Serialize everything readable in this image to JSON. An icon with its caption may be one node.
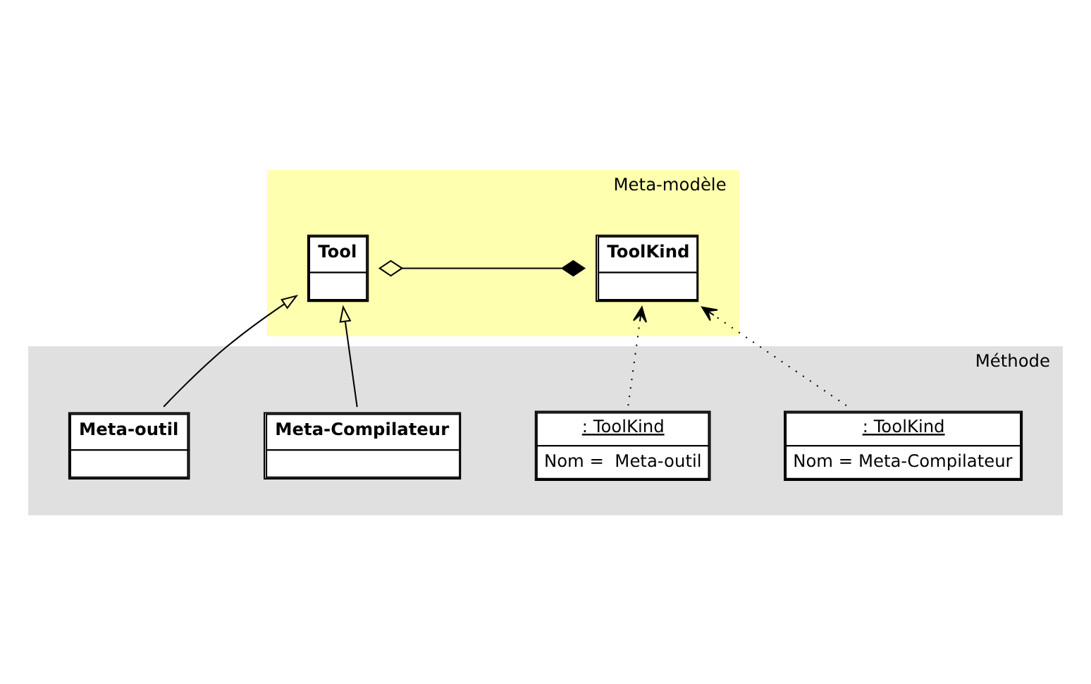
{
  "diagram": {
    "nodes": [
      {
        "text": [
          "Meta-modèle"
        ]
      },
      {
        "text": [
          "Tool"
        ],
        "in": 0
      },
      {
        "text": [
          "ToolKind"
        ],
        "in": 0
      },
      {
        "text": [
          "Méthode"
        ]
      },
      {
        "text": [
          "Meta-outil"
        ],
        "in": 3
      },
      {
        "text": [
          "Meta-Compilateur"
        ],
        "in": 3
      },
      {
        "text": [
          ": ToolKind",
          "Nom =  Meta-outil"
        ],
        "in": 3
      },
      {
        "text": [
          ": ToolKind",
          "Nom = Meta-Compilateur"
        ],
        "in": 3
      }
    ],
    "edges": [
      {
        "from": 1,
        "to": 2,
        "arrow": "other"
      },
      {
        "from": 4,
        "to": 1,
        "arrow": "to"
      },
      {
        "from": 5,
        "to": 1,
        "arrow": "to"
      },
      {
        "from": 6,
        "to": 2,
        "arrow": "to",
        "style": "dashed"
      },
      {
        "from": 7,
        "to": 2,
        "arrow": "to",
        "style": "dashed"
      }
    ]
  }
}
